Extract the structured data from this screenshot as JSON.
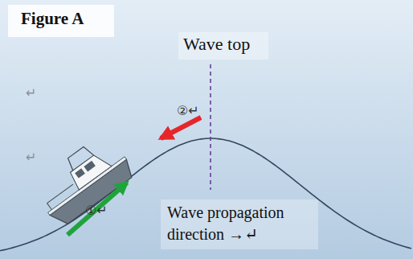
{
  "diagram": {
    "labels": [
      "Figure A",
      "Wave top",
      "②↵",
      "①↵",
      "Wave propagation direction →↵",
      "↵",
      "↵"
    ]
  }
}
